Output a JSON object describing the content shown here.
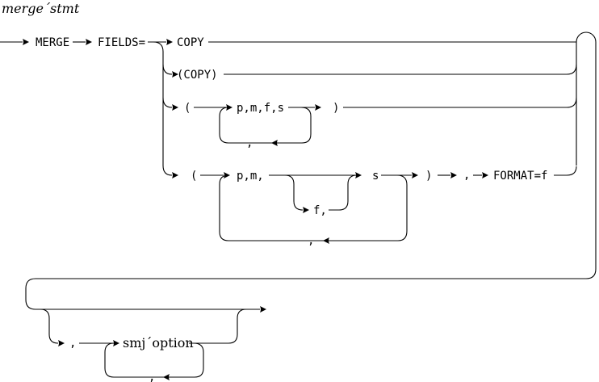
{
  "title": "merge´stmt",
  "diagram": {
    "background_color": "#ffffff",
    "line_color": "#000000",
    "labels": {
      "merge": "MERGE",
      "fields": "FIELDS=",
      "copy": "COPY",
      "copy_paren": "(COPY)",
      "lparen": "(",
      "rparen": ")",
      "pmfs": "p,m,f,s",
      "pm": "p,m,",
      "s": "s",
      "f_comma": "f,",
      "comma": ",",
      "format_f": "FORMAT=f",
      "smj_option": "smj´option"
    }
  }
}
